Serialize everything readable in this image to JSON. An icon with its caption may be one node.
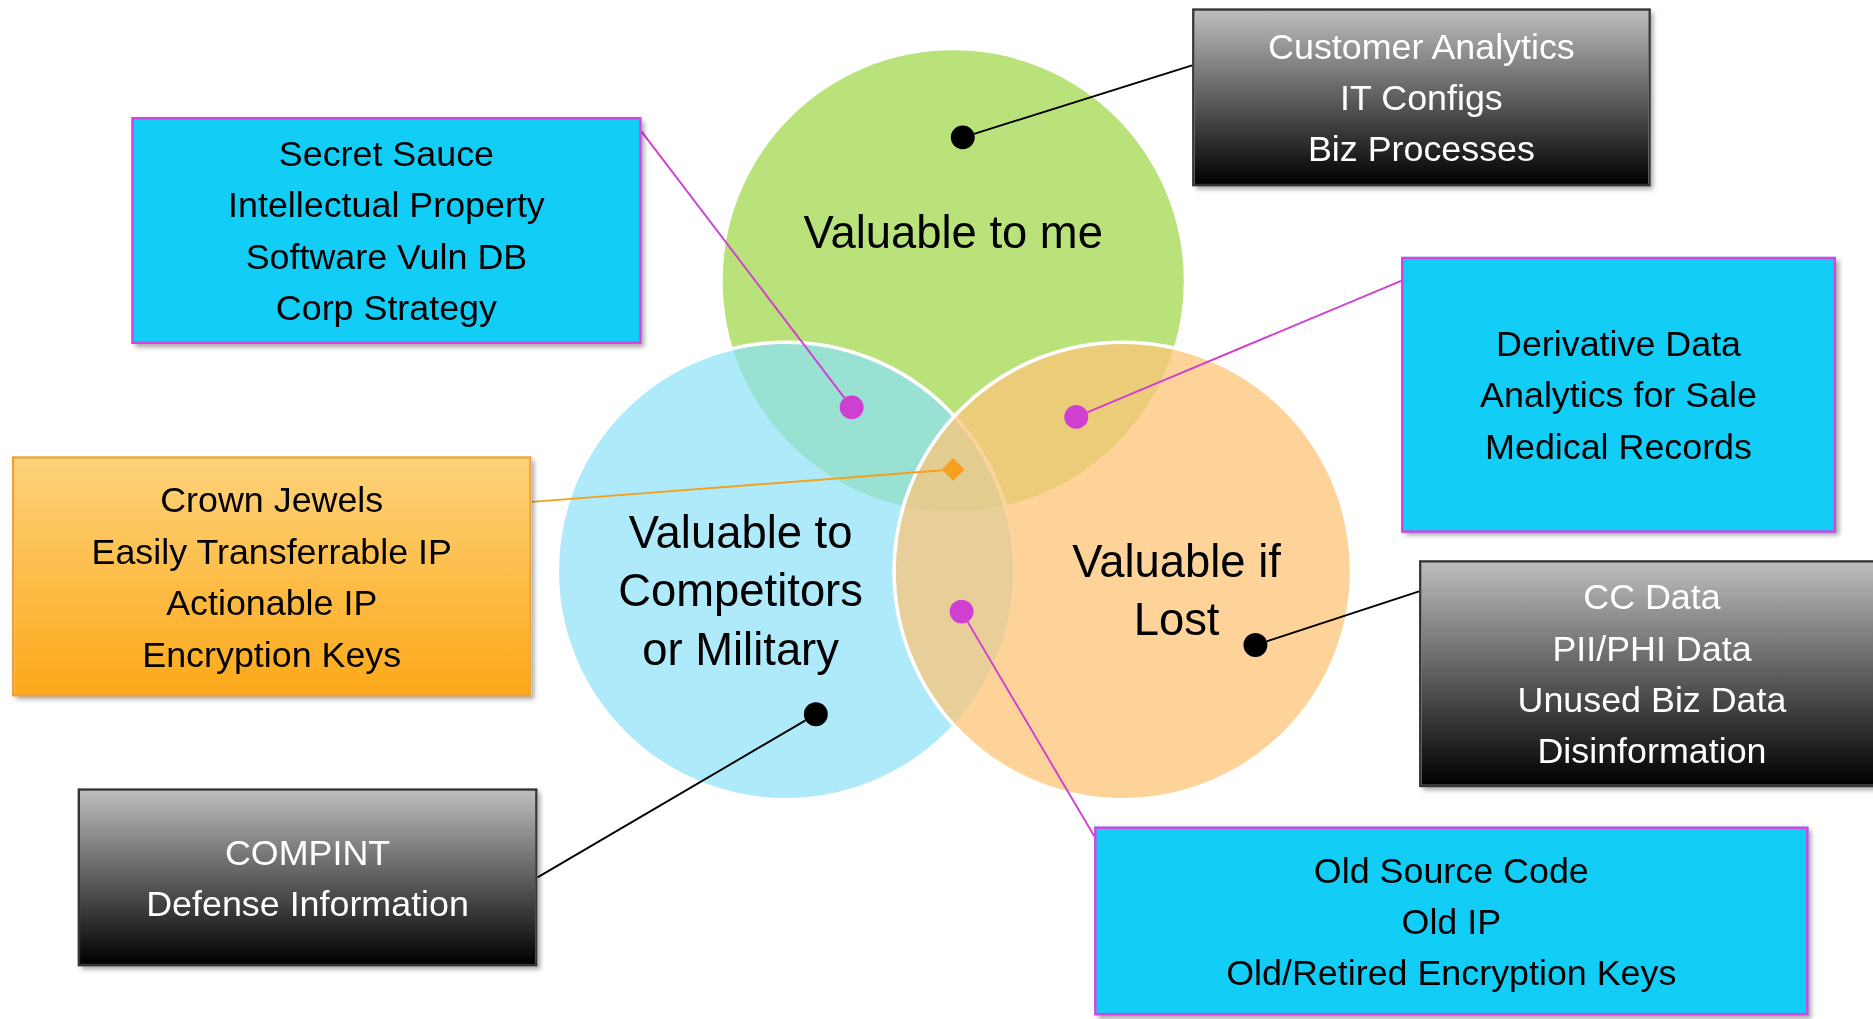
{
  "diagram": {
    "nodes": [
      {
        "text": [
          "Customer Analytics",
          "IT Configs",
          "Biz Processes"
        ]
      },
      {
        "text": [
          "Secret Sauce",
          "Intellectual Property",
          "Software Vuln DB",
          "Corp Strategy"
        ]
      },
      {
        "text": [
          "Valuable to me"
        ]
      },
      {
        "text": [
          "Derivative Data",
          "Analytics for Sale",
          "Medical Records"
        ]
      },
      {
        "text": [
          "Crown Jewels",
          "Easily Transferrable IP",
          "Actionable IP",
          "Encryption Keys"
        ]
      },
      {
        "text": [
          "Valuable to Competitors or Military"
        ]
      },
      {
        "text": [
          "Valuable if Lost"
        ]
      },
      {
        "text": [
          "CC Data",
          "PII/PHI Data",
          "Unused Biz Data",
          "Disinformation"
        ]
      },
      {
        "text": [
          "COMPINT",
          "Defense Information"
        ]
      },
      {
        "text": [
          "Old Source Code",
          "Old IP",
          "Old/Retired Encryption Keys"
        ]
      },
      {
        "text": [],
        "shape": "circle",
        "in": 2
      },
      {
        "text": [],
        "shape": "circle"
      },
      {
        "text": [],
        "shape": "circle"
      },
      {
        "text": [],
        "shape": "diamond"
      },
      {
        "text": [],
        "shape": "circle"
      },
      {
        "text": [],
        "shape": "circle",
        "in": 6
      },
      {
        "text": [],
        "shape": "circle",
        "in": 5
      }
    ],
    "edges": [
      {
        "from": 0,
        "to": 10,
        "arrow": "none"
      },
      {
        "from": 1,
        "to": 11,
        "arrow": "none",
        "color": "#d040d0"
      },
      {
        "from": 3,
        "to": 12,
        "arrow": "none",
        "color": "#d040d0"
      },
      {
        "from": 4,
        "to": 13,
        "arrow": "none",
        "color": "#f5a020"
      },
      {
        "from": 7,
        "to": 15,
        "arrow": "none"
      },
      {
        "from": 8,
        "to": 16,
        "arrow": "none"
      },
      {
        "from": 9,
        "to": 14,
        "arrow": "none",
        "color": "#d040d0"
      }
    ]
  }
}
